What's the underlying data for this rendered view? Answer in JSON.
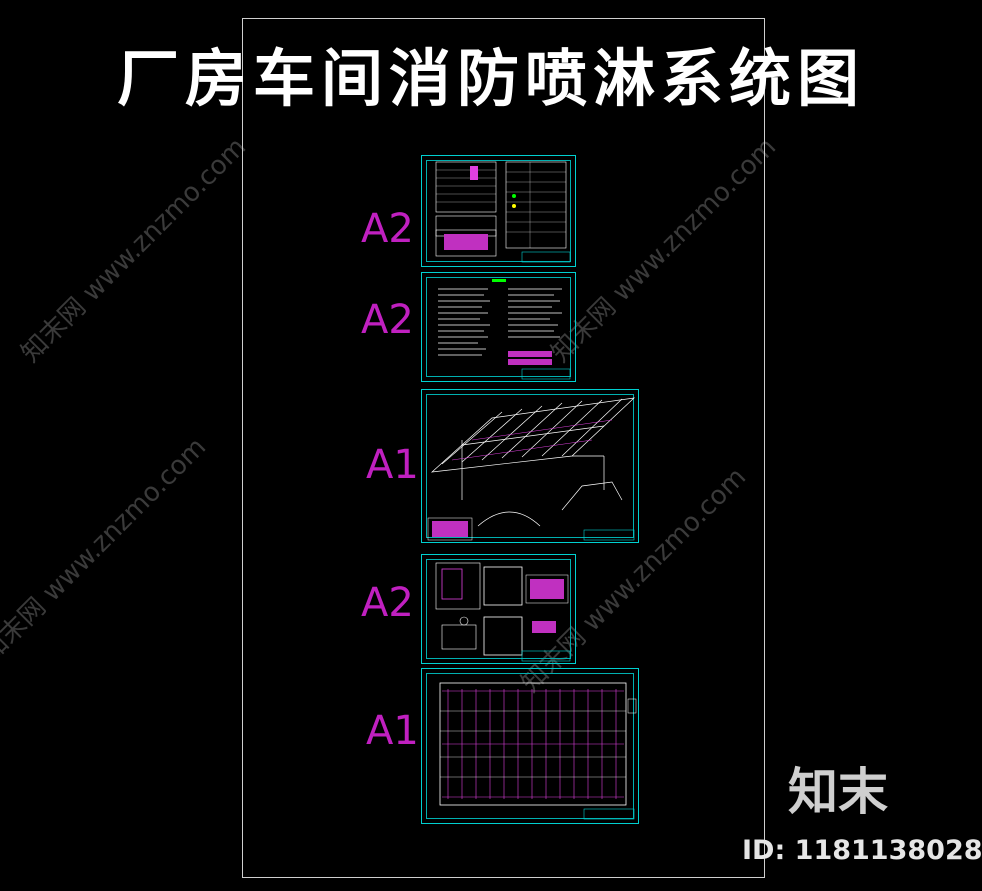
{
  "title": "厂房车间消防喷淋系统图",
  "brand": "知末",
  "id_label": "ID: 1181138028",
  "watermark": "知末网 www.znzmo.com",
  "sheets": [
    {
      "size": "A2"
    },
    {
      "size": "A2"
    },
    {
      "size": "A1"
    },
    {
      "size": "A2"
    },
    {
      "size": "A1"
    }
  ],
  "colors": {
    "frame": "#00d0d0",
    "label": "#c020c0",
    "pipe": "#e040e0",
    "line": "#ffffff"
  }
}
